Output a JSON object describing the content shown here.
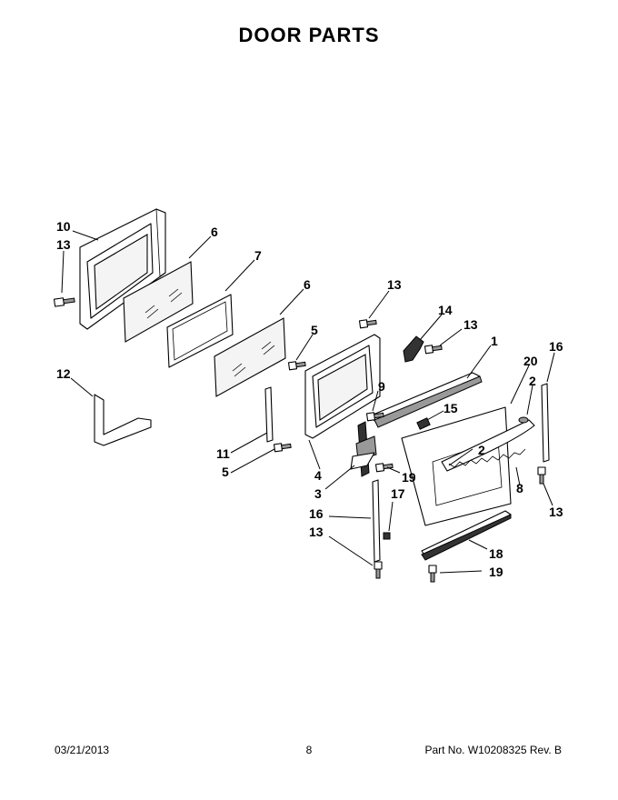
{
  "title": "DOOR PARTS",
  "footer": {
    "date": "03/21/2013",
    "page": "8",
    "part_no": "Part No. W10208325 Rev. B"
  },
  "callouts": {
    "c10": "10",
    "c13a": "13",
    "c6a": "6",
    "c7": "7",
    "c6b": "6",
    "c13b": "13",
    "c5a": "5",
    "c14": "14",
    "c13c": "13",
    "c1": "1",
    "c16a": "16",
    "c20": "20",
    "c2a": "2",
    "c12": "12",
    "c9": "9",
    "c15": "15",
    "c11": "11",
    "c5b": "5",
    "c4": "4",
    "c2b": "2",
    "c19a": "19",
    "c3": "3",
    "c8": "8",
    "c17": "17",
    "c13d": "13",
    "c16b": "16",
    "c13e": "13",
    "c18": "18",
    "c19b": "19"
  }
}
